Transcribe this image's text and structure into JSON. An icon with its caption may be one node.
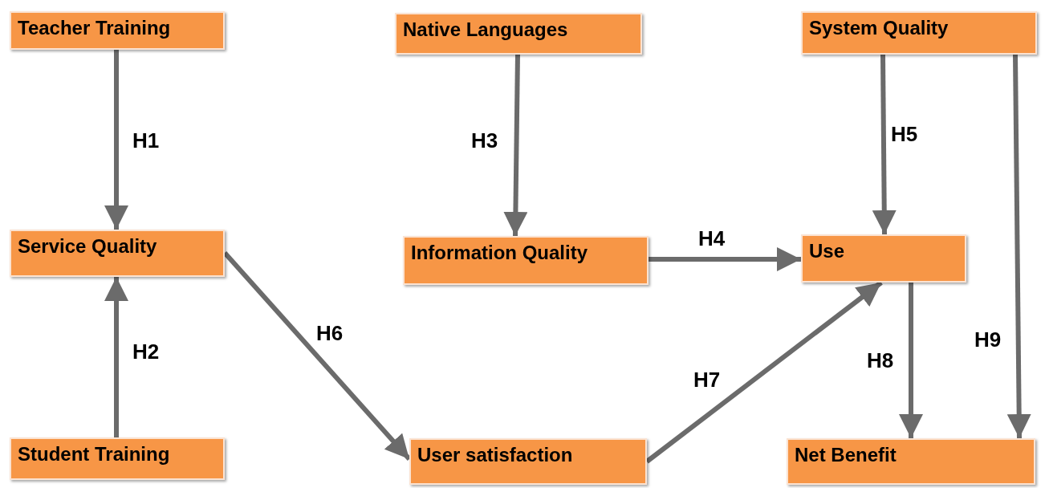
{
  "diagram": {
    "nodes": [
      {
        "text": [
          "Teacher Training"
        ]
      },
      {
        "text": [
          "Native Languages"
        ]
      },
      {
        "text": [
          "System Quality"
        ]
      },
      {
        "text": [
          "Service Quality"
        ]
      },
      {
        "text": [
          "Information Quality"
        ]
      },
      {
        "text": [
          "Use"
        ]
      },
      {
        "text": [
          "Student Training"
        ]
      },
      {
        "text": [
          "User satisfaction"
        ]
      },
      {
        "text": [
          "Net Benefit"
        ]
      }
    ],
    "edges": [
      {
        "from": 0,
        "to": 3,
        "arrow": "to",
        "label": "H1"
      },
      {
        "from": 6,
        "to": 3,
        "arrow": "to",
        "label": "H2"
      },
      {
        "from": 1,
        "to": 4,
        "arrow": "to",
        "label": "H3"
      },
      {
        "from": 4,
        "to": 5,
        "arrow": "to",
        "label": "H4"
      },
      {
        "from": 2,
        "to": 5,
        "arrow": "to",
        "label": "H5"
      },
      {
        "from": 3,
        "to": 7,
        "arrow": "to",
        "label": "H6"
      },
      {
        "from": 7,
        "to": 5,
        "arrow": "to",
        "label": "H7"
      },
      {
        "from": 5,
        "to": 8,
        "arrow": "to",
        "label": "H8"
      },
      {
        "from": 2,
        "to": 8,
        "arrow": "to",
        "label": "H9"
      }
    ]
  }
}
